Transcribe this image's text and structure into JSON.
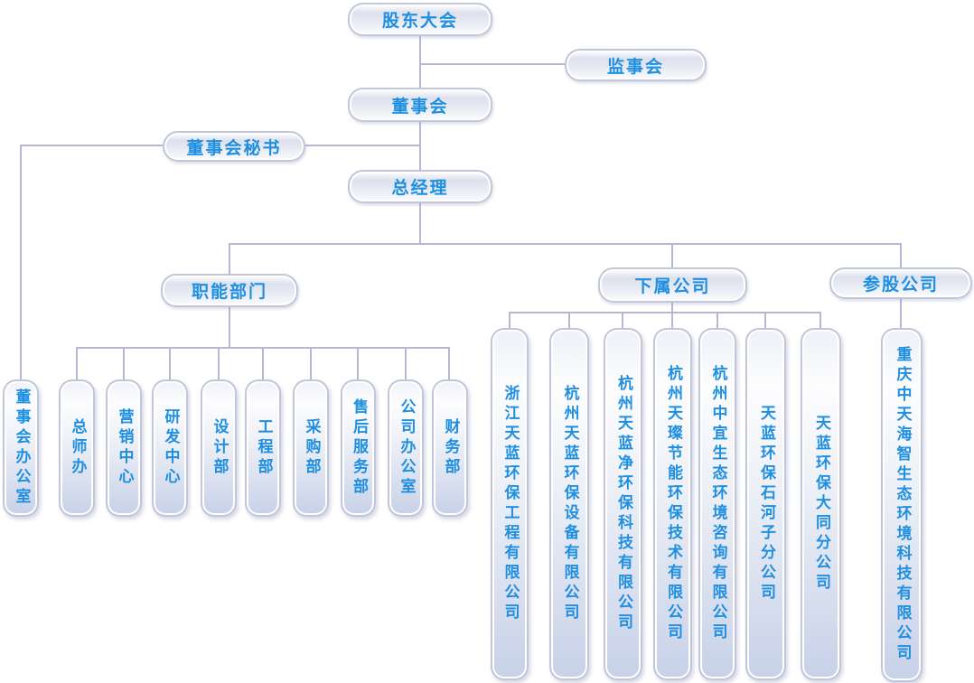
{
  "diagram": {
    "type": "organization-chart",
    "colors": {
      "label_text": "#1e8fe1",
      "connector_line": "#b9b6d4",
      "box_border": "#c2c6da",
      "box_fill_bottom": "#c7d1e8"
    }
  },
  "nodes": {
    "shareholders_meeting": "股东大会",
    "supervisory_board": "监事会",
    "board_of_directors": "董事会",
    "board_secretary": "董事会秘书",
    "general_manager": "总经理",
    "functional_departments": "职能部门",
    "subsidiaries_header": "下属公司",
    "participating_header": "参股公司"
  },
  "departments": [
    {
      "label": "董事会办公室"
    },
    {
      "label": "总师办"
    },
    {
      "label": "营销中心"
    },
    {
      "label": "研发中心"
    },
    {
      "label": "设计部"
    },
    {
      "label": "工程部"
    },
    {
      "label": "采购部"
    },
    {
      "label": "售后服务部"
    },
    {
      "label": "公司办公室"
    },
    {
      "label": "财务部"
    }
  ],
  "subsidiaries": [
    {
      "label": "浙江天蓝环保工程有限公司"
    },
    {
      "label": "杭州天蓝环保设备有限公司"
    },
    {
      "label": "杭州天蓝净环保科技有限公司"
    },
    {
      "label": "杭州天璨节能环保技术有限公司"
    },
    {
      "label": "杭州中宜生态环境咨询有限公司"
    },
    {
      "label": "天蓝环保石河子分公司"
    },
    {
      "label": "天蓝环保大同分公司"
    }
  ],
  "participating_companies": [
    {
      "label": "重庆中天海智生态环境科技有限公司"
    }
  ]
}
